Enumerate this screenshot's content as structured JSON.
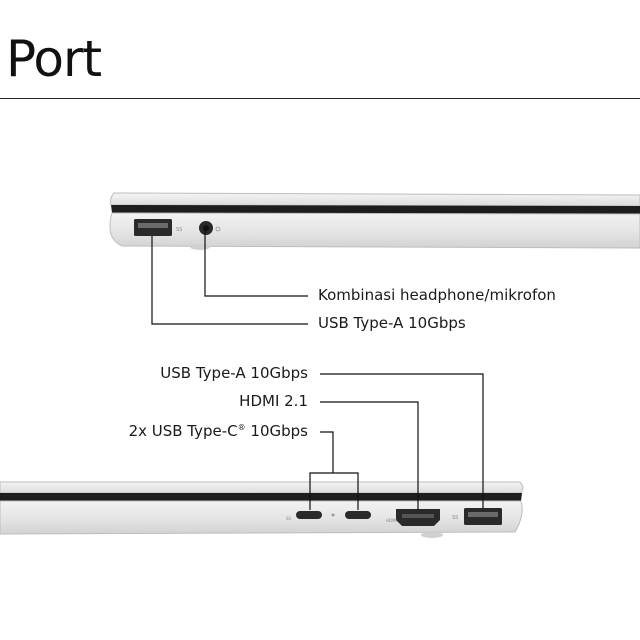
{
  "title": "Port",
  "top_view": {
    "labels": {
      "headphone": "Kombinasi headphone/mikrofon",
      "usb_a": "USB Type-A 10Gbps"
    }
  },
  "bottom_view": {
    "labels": {
      "usb_a": "USB Type-A 10Gbps",
      "hdmi": "HDMI 2.1",
      "usb_c_prefix": "2x USB Type-C",
      "usb_c_mark": "®",
      "usb_c_suffix": " 10Gbps"
    }
  }
}
